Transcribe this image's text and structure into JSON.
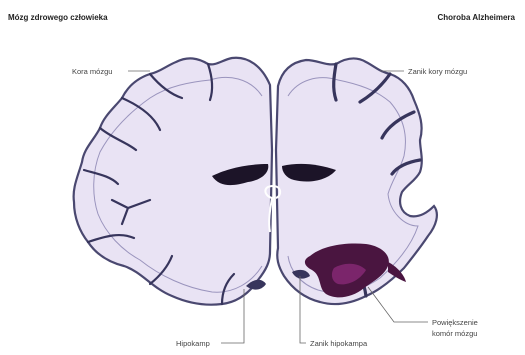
{
  "titles": {
    "healthy": "Mózg zdrowego człowieka",
    "alzheimer": "Choroba Alzheimera"
  },
  "labels": {
    "cortex": "Kora mózgu",
    "cortex_shrinkage": "Zanik kory mózgu",
    "hippocampus": "Hipokamp",
    "hippocampus_shrinkage": "Zanik hipokampa",
    "enlarged_ventricles_line1": "Powiększenie",
    "enlarged_ventricles_line2": "komór mózgu"
  },
  "colors": {
    "brain_fill": "#e9e3f4",
    "cortex_outline": "#4a4870",
    "sulcus": "#37355c",
    "ventricle": "#1c1428",
    "enlarged_ventricle": "#4a1540",
    "enlarged_ventricle_highlight": "#8c2b7a",
    "leader_line": "#666666"
  }
}
